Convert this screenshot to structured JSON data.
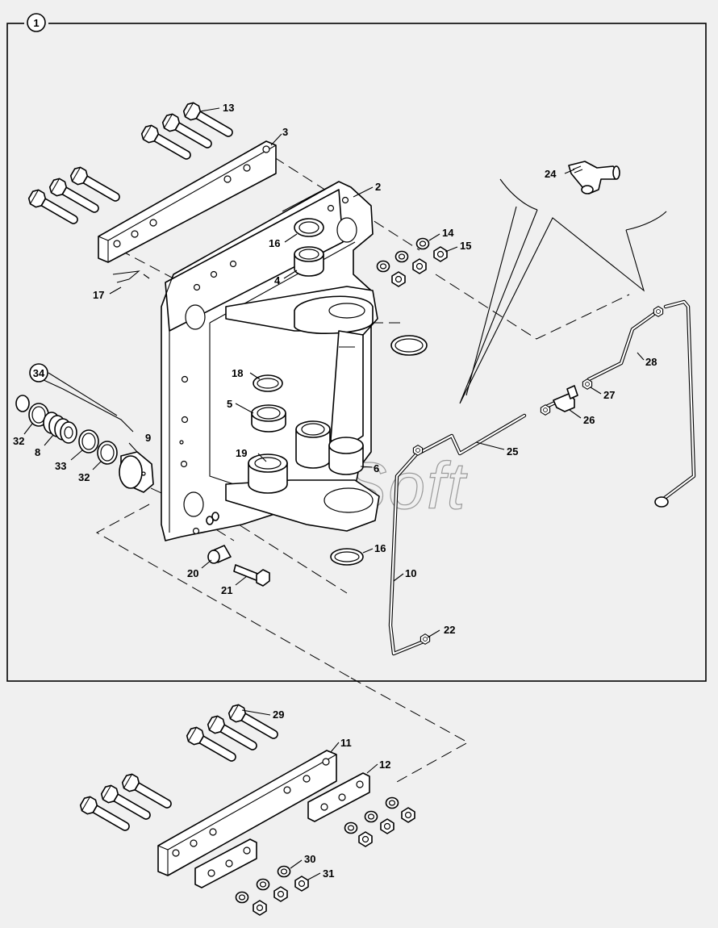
{
  "figure": {
    "section_number": "1",
    "watermark": "AutoSoft",
    "background": "#f0f0f0",
    "callouts": [
      {
        "id": "c13",
        "label": "13"
      },
      {
        "id": "c3",
        "label": "3"
      },
      {
        "id": "c2",
        "label": "2"
      },
      {
        "id": "c24",
        "label": "24"
      },
      {
        "id": "c14",
        "label": "14"
      },
      {
        "id": "c15",
        "label": "15"
      },
      {
        "id": "c16a",
        "label": "16"
      },
      {
        "id": "c4",
        "label": "4"
      },
      {
        "id": "c17",
        "label": "17"
      },
      {
        "id": "c28",
        "label": "28"
      },
      {
        "id": "c27",
        "label": "27"
      },
      {
        "id": "c26",
        "label": "26"
      },
      {
        "id": "c34",
        "label": "34"
      },
      {
        "id": "c18",
        "label": "18"
      },
      {
        "id": "c5",
        "label": "5"
      },
      {
        "id": "c9",
        "label": "9"
      },
      {
        "id": "c32a",
        "label": "32"
      },
      {
        "id": "c8",
        "label": "8"
      },
      {
        "id": "c33",
        "label": "33"
      },
      {
        "id": "c32b",
        "label": "32"
      },
      {
        "id": "c19",
        "label": "19"
      },
      {
        "id": "c6",
        "label": "6"
      },
      {
        "id": "c25",
        "label": "25"
      },
      {
        "id": "c16b",
        "label": "16"
      },
      {
        "id": "c10",
        "label": "10"
      },
      {
        "id": "c20",
        "label": "20"
      },
      {
        "id": "c21",
        "label": "21"
      },
      {
        "id": "c22",
        "label": "22"
      },
      {
        "id": "c29",
        "label": "29"
      },
      {
        "id": "c11",
        "label": "11"
      },
      {
        "id": "c12",
        "label": "12"
      },
      {
        "id": "c30",
        "label": "30"
      },
      {
        "id": "c31",
        "label": "31"
      }
    ]
  }
}
